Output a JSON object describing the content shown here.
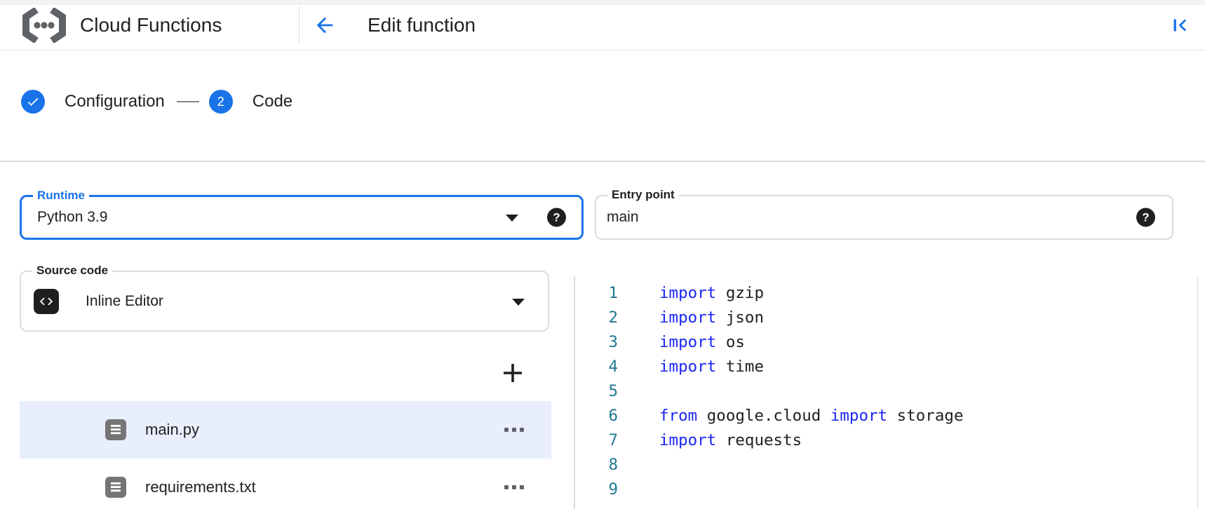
{
  "header": {
    "product": "Cloud Functions",
    "title": "Edit function"
  },
  "stepper": {
    "steps": [
      {
        "label": "Configuration",
        "state": "complete"
      },
      {
        "label": "Code",
        "number": "2",
        "state": "current"
      }
    ]
  },
  "form": {
    "runtime": {
      "label": "Runtime",
      "value": "Python 3.9"
    },
    "entry_point": {
      "label": "Entry point",
      "value": "main"
    },
    "source_code": {
      "label": "Source code",
      "value": "Inline Editor"
    },
    "help_glyph": "?"
  },
  "files": [
    {
      "name": "main.py",
      "selected": true
    },
    {
      "name": "requirements.txt",
      "selected": false
    }
  ],
  "editor": {
    "keywords": [
      "import",
      "from"
    ],
    "lines": [
      "import gzip",
      "import json",
      "import os",
      "import time",
      "",
      "from google.cloud import storage",
      "import requests",
      "",
      ""
    ]
  },
  "colors": {
    "accent": "#1a73e8",
    "selected_row_bg": "#e8eefb",
    "keyword": "#1b26f2",
    "line_number": "#237893",
    "border": "#dadce0",
    "icon_gray": "#5f6368",
    "file_icon_gray": "#757575",
    "text": "#202124"
  }
}
